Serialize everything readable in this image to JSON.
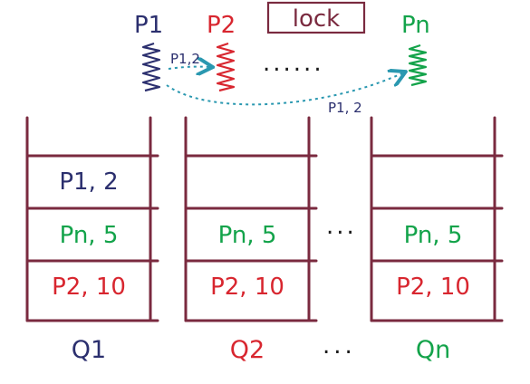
{
  "colors": {
    "queue_border": "#7a2a3f",
    "navy": "#2b2f6e",
    "red": "#d8262f",
    "green": "#13a34a",
    "teal": "#2a98b0"
  },
  "header": {
    "processes": [
      {
        "label": "P1",
        "color_key": "navy"
      },
      {
        "label": "P2",
        "color_key": "red"
      },
      {
        "label": "Pn",
        "color_key": "green"
      }
    ],
    "lock_label": "lock",
    "dots": "......",
    "arrow_label_near": "P1,2",
    "arrow_label_far": "P1, 2"
  },
  "queues": [
    {
      "label": "Q1",
      "label_color_key": "navy",
      "slots": [
        {
          "text": "P1, 2",
          "color_key": "navy"
        },
        {
          "text": "Pn, 5",
          "color_key": "green"
        },
        {
          "text": "P2, 10",
          "color_key": "red"
        }
      ]
    },
    {
      "label": "Q2",
      "label_color_key": "red",
      "slots": [
        {
          "text": "",
          "color_key": "navy"
        },
        {
          "text": "Pn, 5",
          "color_key": "green"
        },
        {
          "text": "P2, 10",
          "color_key": "red"
        }
      ]
    },
    {
      "label": "Qn",
      "label_color_key": "green",
      "slots": [
        {
          "text": "",
          "color_key": "navy"
        },
        {
          "text": "Pn, 5",
          "color_key": "green"
        },
        {
          "text": "P2, 10",
          "color_key": "red"
        }
      ]
    }
  ],
  "between_queues_dots": "...",
  "between_labels_dots": "..."
}
